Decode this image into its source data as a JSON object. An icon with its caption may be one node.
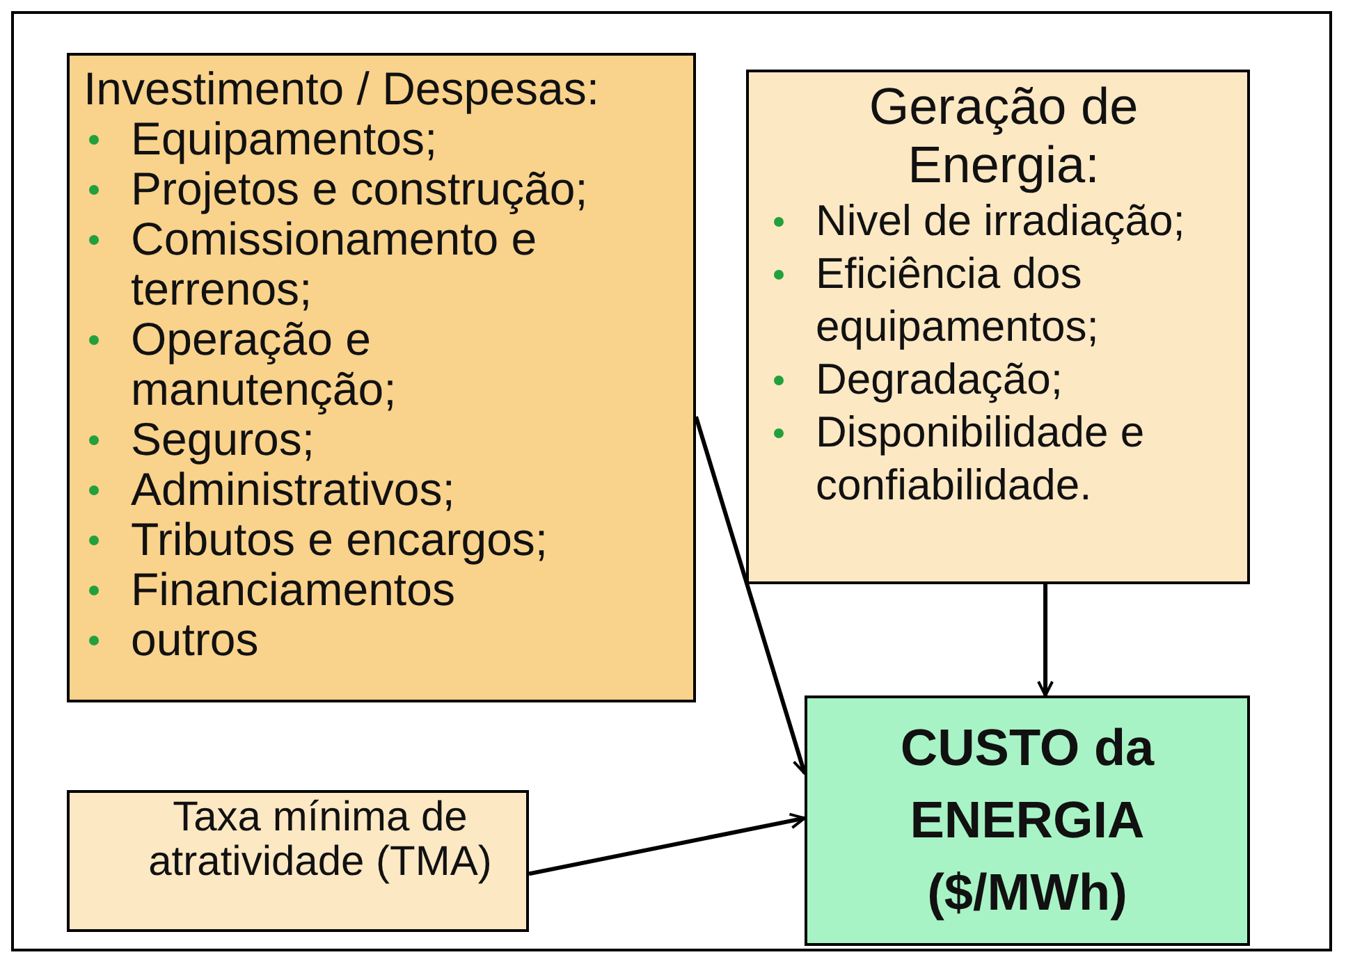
{
  "diagram": {
    "nodes": [
      {
        "text": [
          "Investimento / Despesas:",
          "Equipamentos;",
          "Projetos e construção;",
          "Comissionamento e terrenos;",
          "Operação e manutenção;",
          "Seguros;",
          "Administrativos;",
          "Tributos e encargos;",
          "Financiamentos",
          "outros"
        ]
      },
      {
        "text": [
          "Geração de Energia:",
          "Nivel de irradiação;",
          "Eficiência dos equipamentos;",
          "Degradação;",
          "Disponibilidade e confiabilidade."
        ]
      },
      {
        "text": [
          "Taxa mínima de atratividade (TMA)"
        ]
      },
      {
        "text": [
          "CUSTO da ENERGIA ($/MWh)"
        ]
      }
    ],
    "edges": [
      {
        "from": 0,
        "to": 3,
        "arrow": "to"
      },
      {
        "from": 1,
        "to": 3,
        "arrow": "to"
      },
      {
        "from": 2,
        "to": 3,
        "arrow": "to"
      }
    ]
  }
}
